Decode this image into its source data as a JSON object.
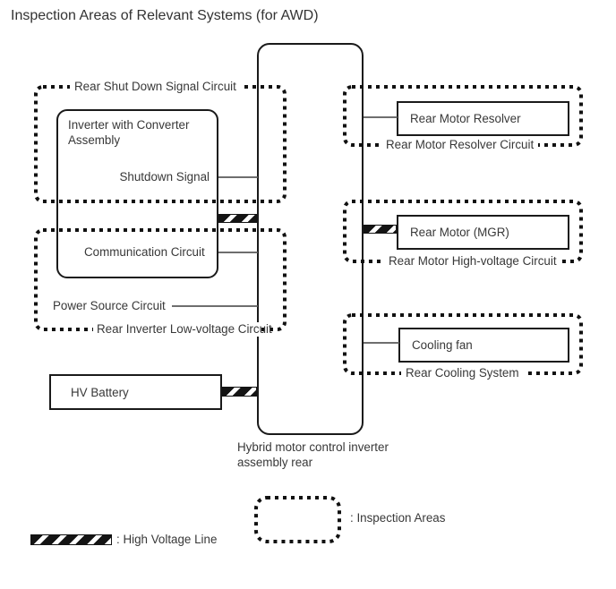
{
  "title": "Inspection Areas of Relevant Systems (for AWD)",
  "center_unit": {
    "label": "Hybrid motor control inverter assembly rear"
  },
  "left": {
    "shutdown_area": "Rear Shut Down Signal Circuit",
    "inverter_box": "Inverter with Converter Assembly",
    "shutdown_signal": "Shutdown Signal",
    "communication": "Communication Circuit",
    "power_source": "Power Source Circuit",
    "low_voltage_area": "Rear Inverter Low-voltage Circuit",
    "hv_battery": "HV Battery"
  },
  "right": {
    "resolver_box": "Rear Motor Resolver",
    "resolver_area": "Rear Motor Resolver Circuit",
    "motor_box": "Rear Motor (MGR)",
    "motor_area": "Rear Motor High-voltage Circuit",
    "cooling_box": "Cooling fan",
    "cooling_area": "Rear Cooling System"
  },
  "legend": {
    "high_voltage_label": ": High Voltage Line",
    "inspection_label": ": Inspection Areas"
  },
  "colors": {
    "border": "#1a1a1a",
    "dotted_outline": "#111111",
    "connector": "#5a5a5a",
    "text": "#383838",
    "background": "#ffffff"
  }
}
